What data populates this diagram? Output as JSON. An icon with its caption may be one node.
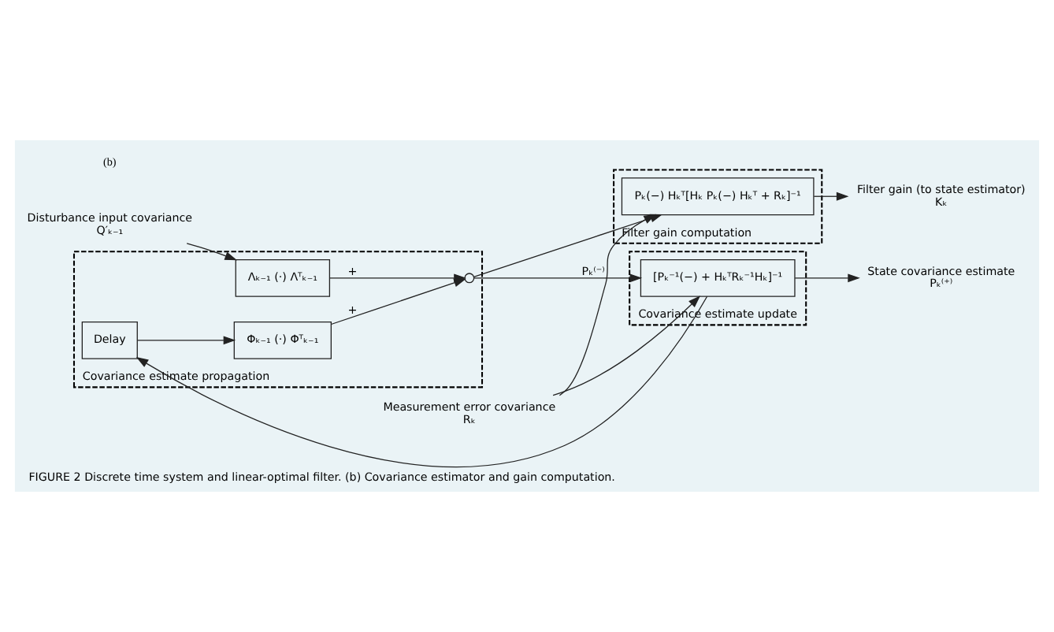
{
  "diagram": {
    "caption": "FIGURE 2 Discrete time system and linear-optimal filter. (b) Covariance estimator and gain computation.",
    "nodes": [
      {
        "text": [
          "Filter gain computation"
        ]
      },
      {
        "text": [
          "Pₖ(−) Hₖᵀ[Hₖ Pₖ(−) Hₖᵀ + Rₖ]⁻¹"
        ],
        "in": 0
      },
      {
        "text": [
          "Rₖ"
        ],
        "beside": [
          "Measurement error covariance"
        ]
      },
      {
        "text": [
          "Kₖ"
        ],
        "beside": [
          "Filter gain (to state estimator)"
        ]
      },
      {
        "text": [
          "Covariance estimate propagation"
        ]
      },
      {
        "text": [
          "Λₖ₋₁ (·) Λᵀₖ₋₁"
        ],
        "in": 4
      },
      {
        "text": [],
        "shape": "circle",
        "in": 4
      },
      {
        "text": [
          "Φₖ₋₁ (·) Φᵀₖ₋₁"
        ],
        "in": 4
      },
      {
        "text": [
          "Delay"
        ],
        "in": 4
      },
      {
        "text": [
          "Q′ₖ₋₁"
        ],
        "beside": [
          "Disturbance input covariance"
        ]
      },
      {
        "text": [
          "Covariance estimate update"
        ]
      },
      {
        "text": [
          "[Pₖ⁻¹(−) + HₖᵀRₖ⁻¹Hₖ]⁻¹"
        ],
        "in": 10
      },
      {
        "text": [
          "Pₖ⁽⁺⁾"
        ],
        "beside": [
          "State covariance estimate"
        ]
      }
    ],
    "edges": [
      {
        "from": 9,
        "to": 5,
        "arrow": "to"
      },
      {
        "from": 5,
        "to": 6,
        "arrow": "to",
        "label": "+"
      },
      {
        "from": 7,
        "to": 6,
        "arrow": "to",
        "label": "+"
      },
      {
        "from": 6,
        "to": 11,
        "arrow": "to",
        "label": "Pₖ⁽⁻⁾"
      },
      {
        "from": 6,
        "to": 1,
        "arrow": "to"
      },
      {
        "from": 2,
        "to": 1,
        "arrow": "to"
      },
      {
        "from": 2,
        "to": 11,
        "arrow": "to"
      },
      {
        "from": 1,
        "to": 3,
        "arrow": "to"
      },
      {
        "from": 11,
        "to": 12,
        "arrow": "to"
      },
      {
        "from": 11,
        "to": 8,
        "arrow": "to"
      },
      {
        "from": 8,
        "to": 7,
        "arrow": "to"
      }
    ],
    "labels": [
      "(b)"
    ]
  }
}
